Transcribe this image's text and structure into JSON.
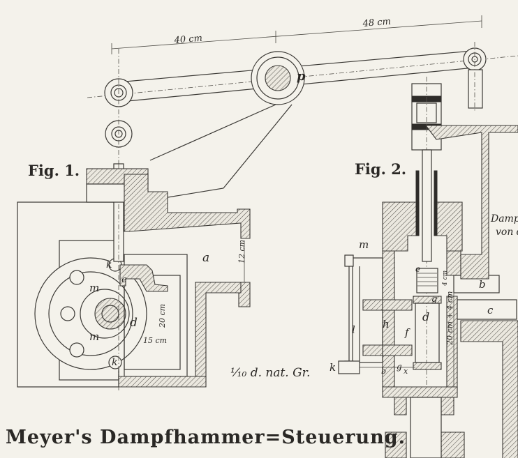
{
  "title": "Meyer's Dampfhammer=Steuerung.",
  "scale_note": "¹⁄₁₀ d. nat. Gr.",
  "figures": {
    "fig1": {
      "label": "Fig. 1."
    },
    "fig2": {
      "label": "Fig. 2."
    }
  },
  "dimensions": {
    "lever_left": "40 cm",
    "lever_right": "48 cm",
    "port_height": "12 cm",
    "chamber_height": "20 cm",
    "chamber_width": "15 cm",
    "piston_stroke": "20 cm + 4 cm",
    "small_gap": "4 cm"
  },
  "part_letters": {
    "pivot": "p",
    "fig1": [
      "a",
      "d",
      "e",
      "k",
      "k",
      "m",
      "m"
    ],
    "fig2": [
      "m",
      "e",
      "b",
      "c",
      "g",
      "d",
      "h",
      "f",
      "l",
      "k",
      "g",
      "x",
      "b"
    ]
  },
  "side_label": [
    "Dampf",
    "von d"
  ]
}
